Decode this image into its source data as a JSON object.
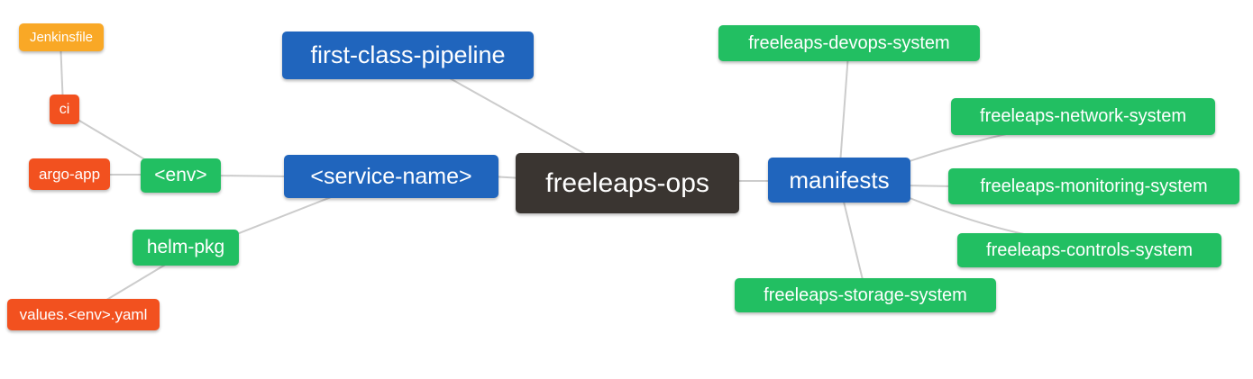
{
  "diagram": {
    "type": "mindmap",
    "root": "freeleaps_ops",
    "palette": {
      "blue": "#2065BD",
      "green": "#22BF62",
      "orange": "#F9A826",
      "red": "#F2511F",
      "dark": "#3A3531",
      "edge": "#CCCCCC",
      "node_text": "#FFFFFF",
      "background": "#FFFFFF"
    },
    "nodes": {
      "jenkinsfile": {
        "label": "Jenkinsfile",
        "color": "orange"
      },
      "ci": {
        "label": "ci",
        "color": "red"
      },
      "argo_app": {
        "label": "argo-app",
        "color": "red"
      },
      "env": {
        "label": "<env>",
        "color": "green"
      },
      "helm_pkg": {
        "label": "helm-pkg",
        "color": "green"
      },
      "values_env_yaml": {
        "label": "values.<env>.yaml",
        "color": "red"
      },
      "first_class_pipeline": {
        "label": "first-class-pipeline",
        "color": "blue"
      },
      "service_name": {
        "label": "<service-name>",
        "color": "blue"
      },
      "freeleaps_ops": {
        "label": "freeleaps-ops",
        "color": "dark"
      },
      "manifests": {
        "label": "manifests",
        "color": "blue"
      },
      "freeleaps_devops_system": {
        "label": "freeleaps-devops-system",
        "color": "green"
      },
      "freeleaps_network_system": {
        "label": "freeleaps-network-system",
        "color": "green"
      },
      "freeleaps_monitoring_system": {
        "label": "freeleaps-monitoring-system",
        "color": "green"
      },
      "freeleaps_controls_system": {
        "label": "freeleaps-controls-system",
        "color": "green"
      },
      "freeleaps_storage_system": {
        "label": "freeleaps-storage-system",
        "color": "green"
      }
    },
    "edges": [
      {
        "from": "jenkinsfile",
        "to": "ci"
      },
      {
        "from": "ci",
        "to": "env"
      },
      {
        "from": "argo_app",
        "to": "env"
      },
      {
        "from": "env",
        "to": "service_name"
      },
      {
        "from": "helm_pkg",
        "to": "service_name"
      },
      {
        "from": "values_env_yaml",
        "to": "helm_pkg"
      },
      {
        "from": "first_class_pipeline",
        "to": "freeleaps_ops"
      },
      {
        "from": "service_name",
        "to": "freeleaps_ops"
      },
      {
        "from": "freeleaps_ops",
        "to": "manifests"
      },
      {
        "from": "manifests",
        "to": "freeleaps_devops_system"
      },
      {
        "from": "manifests",
        "to": "freeleaps_network_system"
      },
      {
        "from": "manifests",
        "to": "freeleaps_monitoring_system"
      },
      {
        "from": "manifests",
        "to": "freeleaps_controls_system"
      },
      {
        "from": "manifests",
        "to": "freeleaps_storage_system"
      }
    ]
  }
}
